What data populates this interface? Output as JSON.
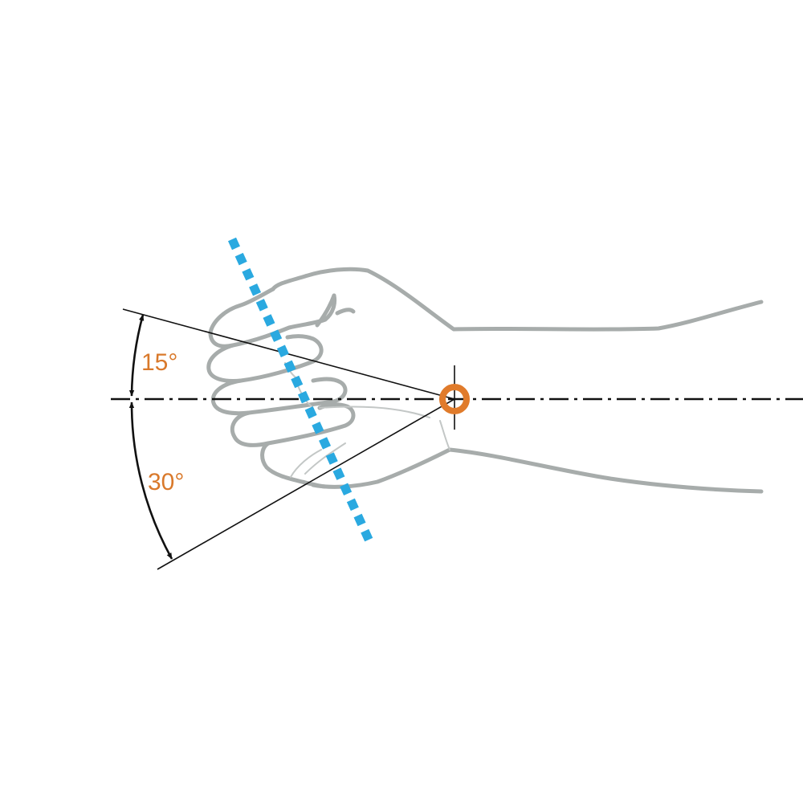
{
  "diagram": {
    "labels": {
      "upper_angle": "15°",
      "lower_angle": "30°"
    },
    "angles_deg": {
      "upper": 15,
      "lower": 30
    },
    "colors": {
      "background": "#ffffff",
      "hand_outline": "#a7acab",
      "hand_crease": "#c3c7c6",
      "reference_lines": "#111111",
      "grip_axis": "#2aa9e0",
      "pivot_marker": "#e07b2b",
      "angle_label": "#d9792b"
    },
    "icons": {
      "pivot": "pivot-ring-icon",
      "arrowhead": "arrowhead-icon"
    }
  }
}
